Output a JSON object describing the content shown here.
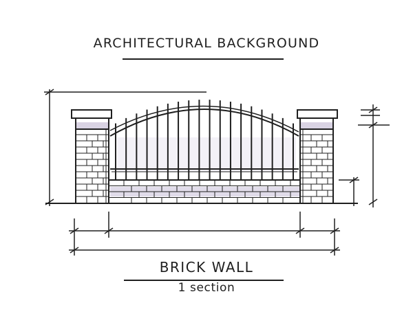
{
  "title": "ARCHITECTURAL BACKGROUND",
  "caption": "BRICK WALL",
  "subcaption": "1 section",
  "colors": {
    "ink": "#1f1f1f",
    "shade": "#cfc8dc"
  }
}
